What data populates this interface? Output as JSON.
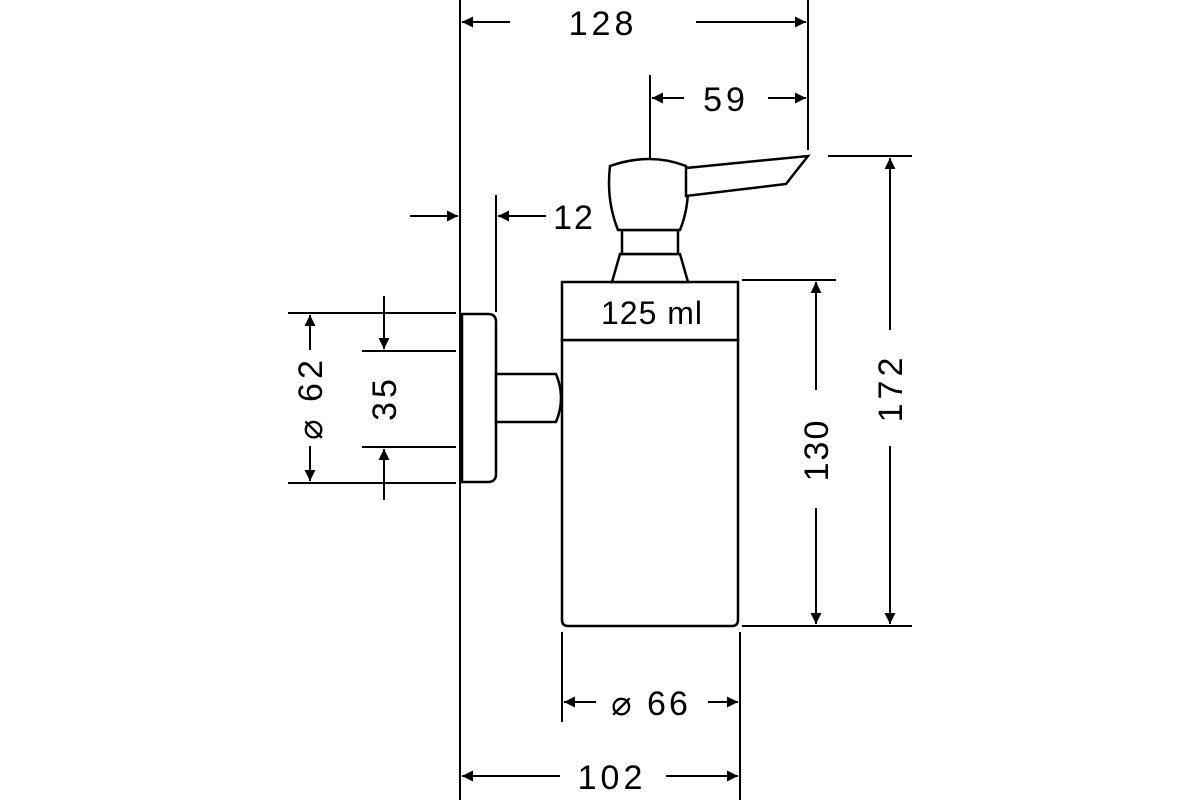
{
  "dimensions": {
    "top_width": "128",
    "spout_reach": "59",
    "wall_offset": "12",
    "capacity": "125 ml",
    "rosette_diameter": "⌀ 62",
    "rosette_center": "35",
    "container_height": "130",
    "total_height": "172",
    "container_diameter": "⌀ 66",
    "bottom_width": "102"
  }
}
